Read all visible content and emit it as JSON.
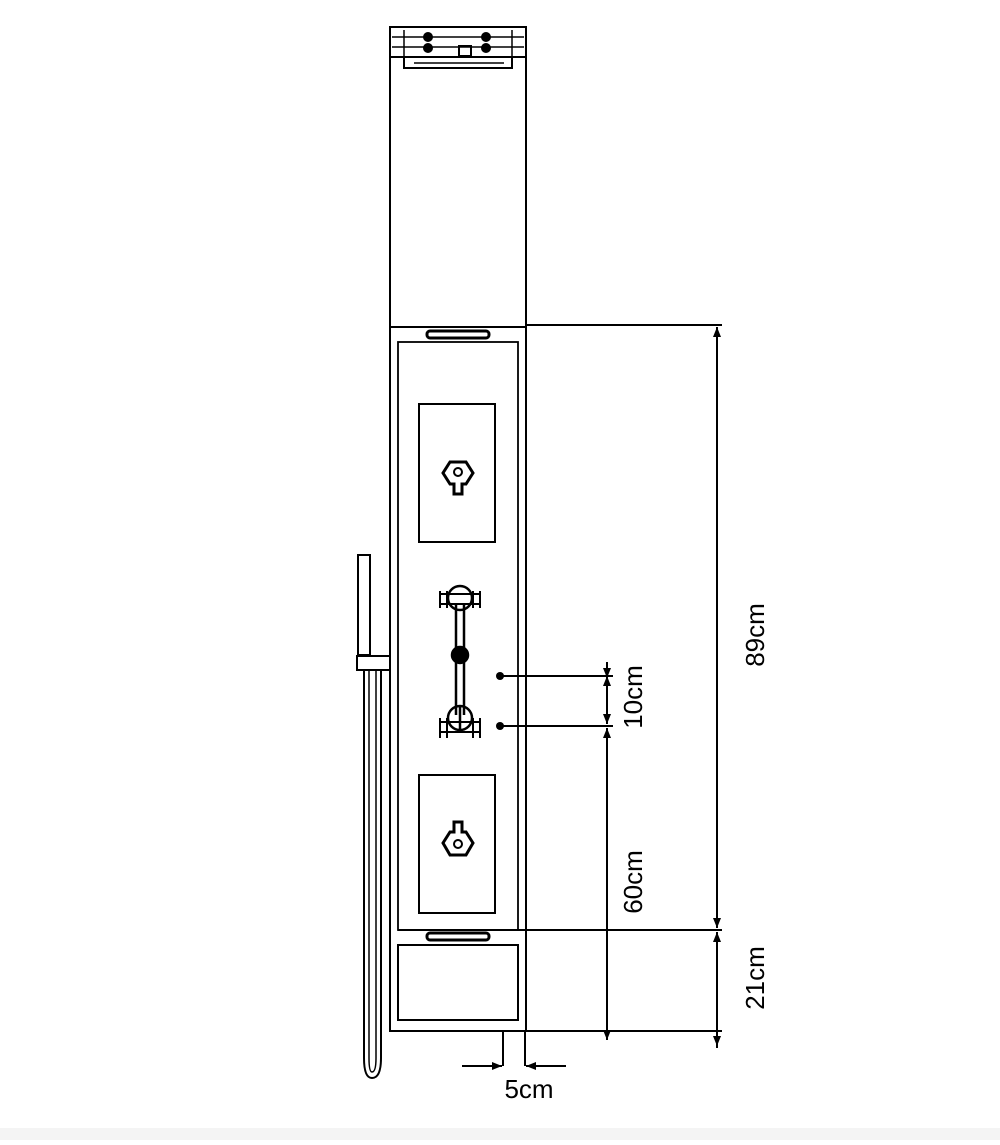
{
  "diagram": {
    "colors": {
      "line": "#000000",
      "background": "#ffffff"
    },
    "dimensions": {
      "panel_height": "89cm",
      "base_height": "21cm",
      "jet_spacing": "10cm",
      "jet_height": "60cm",
      "outlet_width": "5cm"
    },
    "icons": [
      "shower-panel",
      "head-shower",
      "control-knob",
      "body-jet",
      "hand-shower",
      "hose"
    ]
  }
}
